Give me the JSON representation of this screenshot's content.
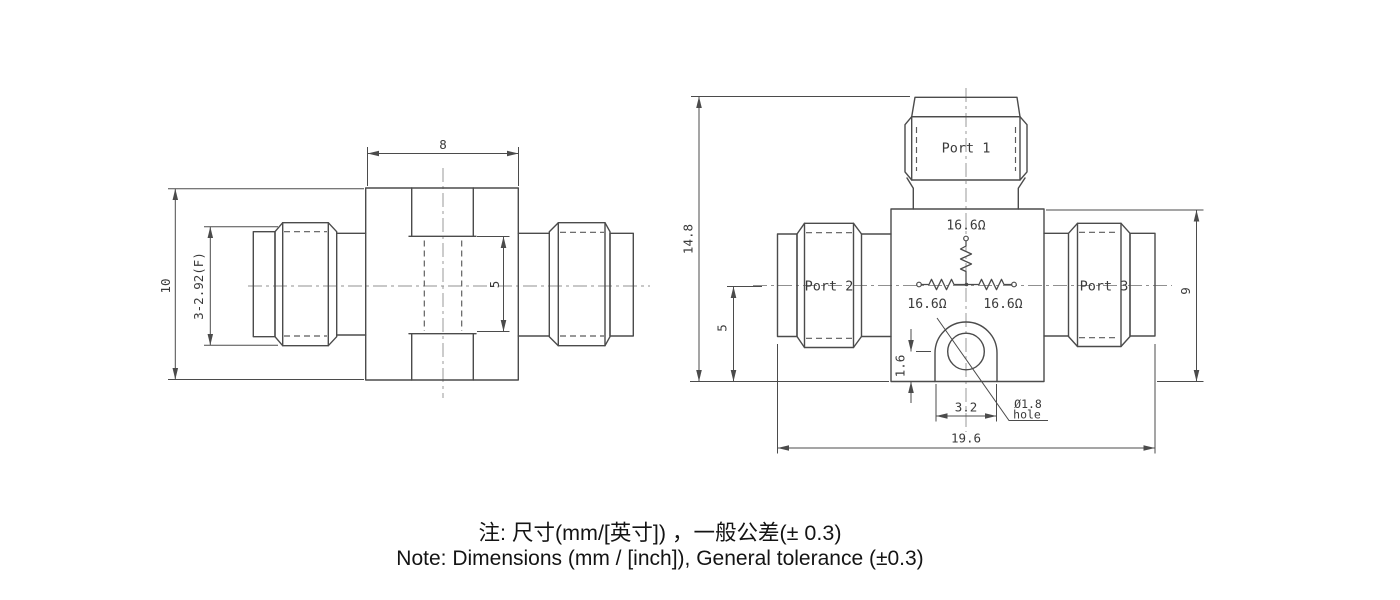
{
  "views": {
    "side": {
      "dims": {
        "width_top": "8",
        "height_overall": "10",
        "connector_spec": "3-2.92(F)",
        "bore": "5"
      }
    },
    "front": {
      "ports": {
        "p1": "Port 1",
        "p2": "Port 2",
        "p3": "Port 3"
      },
      "resistors": {
        "top": "16.6Ω",
        "left": "16.6Ω",
        "right": "16.6Ω"
      },
      "dims": {
        "overall_height": "14.8",
        "body_height": "9",
        "center_to_bottom": "5",
        "hole_offset": "1.6",
        "tab_width": "3.2",
        "overall_width": "19.6"
      },
      "hole": {
        "diameter": "Ø1.8",
        "word": "hole"
      }
    }
  },
  "note": {
    "zh": "注: 尺寸(mm/[英寸]) ，一般公差(± 0.3)",
    "en": "Note: Dimensions (mm / [inch]), General tolerance (±0.3)"
  },
  "colors": {
    "background": "#ffffff",
    "line": "#4b4b4b",
    "centerline": "#909090",
    "cad_text": "#3a3a3a",
    "note_text": "#141414"
  }
}
